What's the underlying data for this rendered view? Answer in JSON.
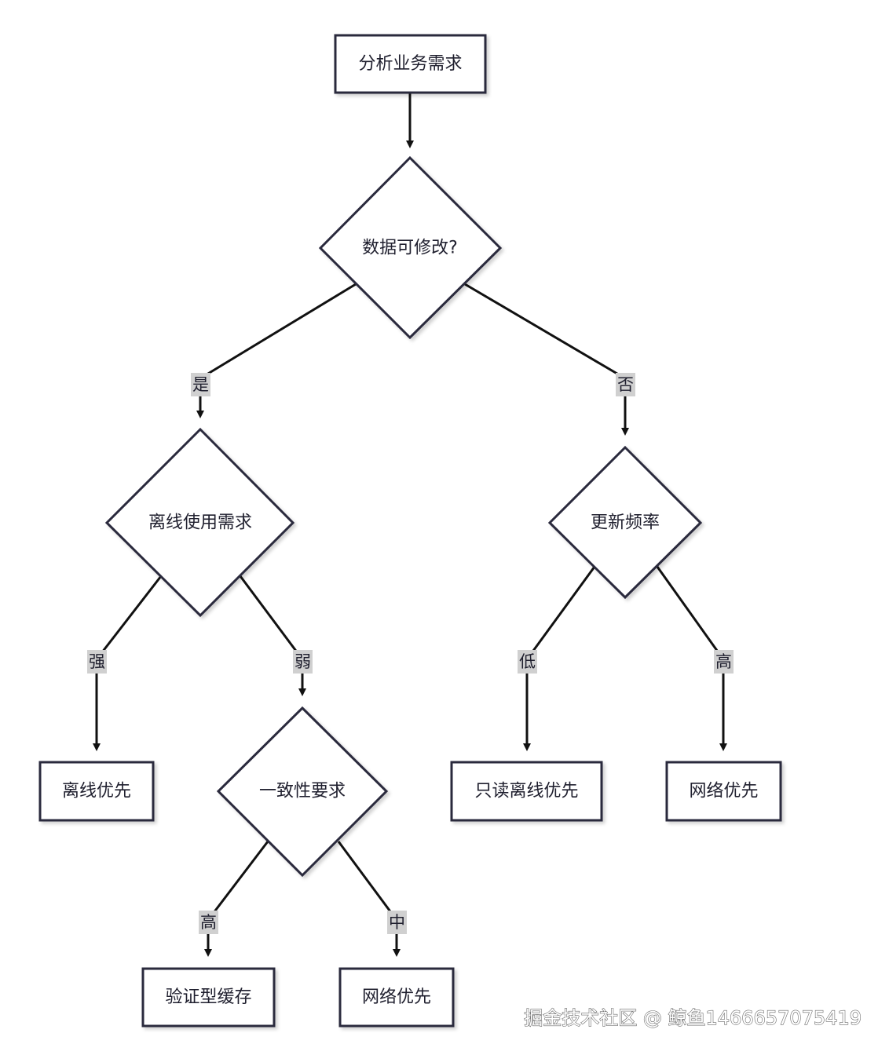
{
  "nodes": {
    "analyze": "分析业务需求",
    "modifiable": "数据可修改?",
    "offline_need": "离线使用需求",
    "update_freq": "更新频率",
    "offline_first": "离线优先",
    "consistency": "一致性要求",
    "readonly_offline": "只读离线优先",
    "network_first_right": "网络优先",
    "validated_cache": "验证型缓存",
    "network_first_bottom": "网络优先"
  },
  "edges": {
    "yes": "是",
    "no": "否",
    "strong": "强",
    "weak": "弱",
    "low": "低",
    "high_freq": "高",
    "high_consistency": "高",
    "medium": "中"
  },
  "watermark": "掘金技术社区 @ 鲸鱼1466657075419",
  "colors": {
    "node_stroke": "#2c2a3e",
    "edge": "#111111",
    "edge_label_bg": "#d0d0d0"
  }
}
